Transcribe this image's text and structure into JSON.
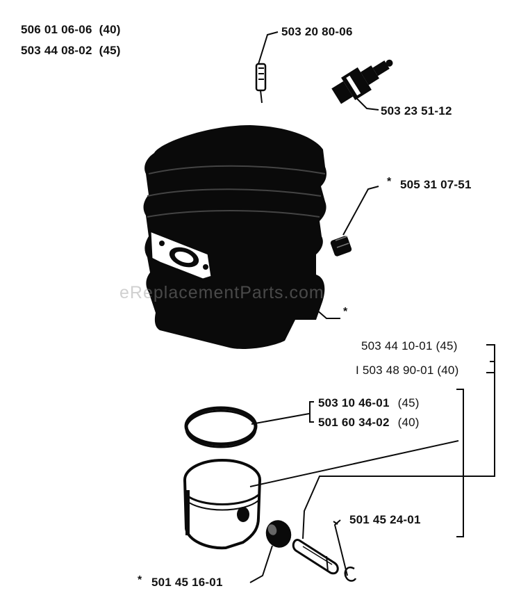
{
  "kit_parts": [
    {
      "number": "506 01 06-06",
      "model": "(40)"
    },
    {
      "number": "503 44 08-02",
      "model": "(45)"
    }
  ],
  "labels": {
    "cylinder_pin": "503 20 80-06",
    "spark_plug": "503 23 51-12",
    "decomp_valve": "505 31 07-51",
    "gasket_marker": "*",
    "piston_kit_45": "503 44 10-01 (45)",
    "piston_kit_40": "503 48 90-01 (40)",
    "ring_45_number": "503 10 46-01",
    "ring_45_model": "(45)",
    "ring_40_number": "501 60 34-02",
    "ring_40_model": "(40)",
    "piston_pin": "501 45 24-01",
    "needle_bearing": "501 45 16-01"
  },
  "asterisk": "*",
  "watermark": "eReplacementParts.com",
  "colors": {
    "ink": "#111111",
    "part_fill": "#0a0a0a",
    "watermark": "#969696"
  }
}
